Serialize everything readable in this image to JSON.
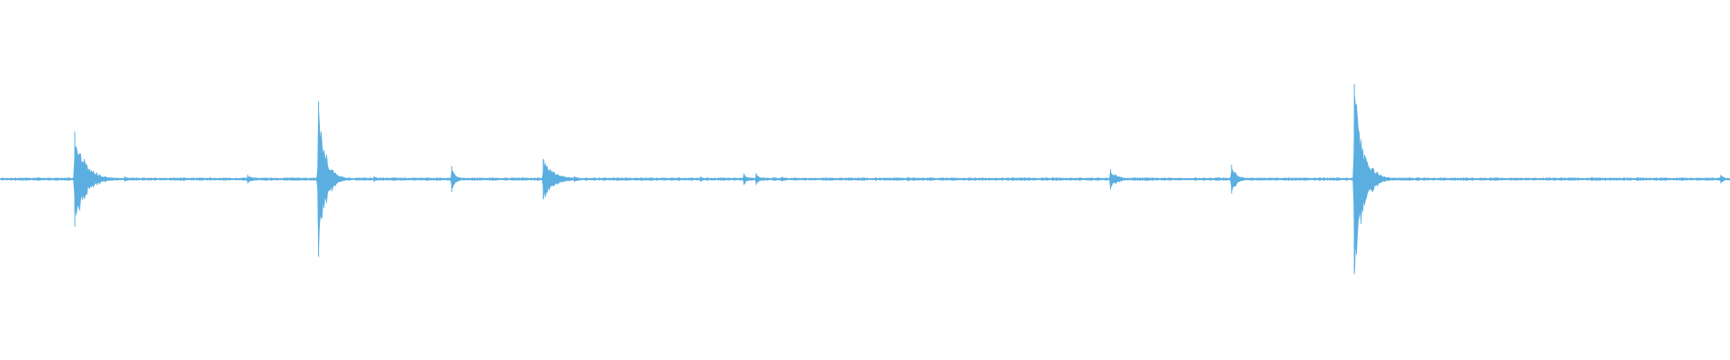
{
  "colors": {
    "background": "#ffffff",
    "waveform": "#5aaee0"
  },
  "chart_data": {
    "type": "area",
    "title": "",
    "xlabel": "",
    "ylabel": "",
    "xlim": [
      0,
      1
    ],
    "ylim": [
      -1,
      1
    ],
    "grid": false,
    "legend": "none",
    "baseline_amplitude": 0.006,
    "series": [
      {
        "color": "#5aaee0",
        "peaks": [
          {
            "t": 0.043,
            "amp": 0.33,
            "decay": 0.006
          },
          {
            "t": 0.072,
            "amp": 0.02,
            "decay": 0.002
          },
          {
            "t": 0.143,
            "amp": 0.03,
            "decay": 0.003
          },
          {
            "t": 0.184,
            "amp": 0.54,
            "decay": 0.004
          },
          {
            "t": 0.216,
            "amp": 0.02,
            "decay": 0.002
          },
          {
            "t": 0.261,
            "amp": 0.09,
            "decay": 0.002
          },
          {
            "t": 0.314,
            "amp": 0.14,
            "decay": 0.006
          },
          {
            "t": 0.332,
            "amp": 0.02,
            "decay": 0.003
          },
          {
            "t": 0.405,
            "amp": 0.02,
            "decay": 0.002
          },
          {
            "t": 0.43,
            "amp": 0.04,
            "decay": 0.002
          },
          {
            "t": 0.437,
            "amp": 0.04,
            "decay": 0.002
          },
          {
            "t": 0.452,
            "amp": 0.015,
            "decay": 0.003
          },
          {
            "t": 0.525,
            "amp": 0.015,
            "decay": 0.002
          },
          {
            "t": 0.642,
            "amp": 0.07,
            "decay": 0.004
          },
          {
            "t": 0.712,
            "amp": 0.1,
            "decay": 0.003
          },
          {
            "t": 0.783,
            "amp": 0.66,
            "decay": 0.005
          },
          {
            "t": 0.995,
            "amp": 0.03,
            "decay": 0.002
          }
        ]
      }
    ]
  }
}
